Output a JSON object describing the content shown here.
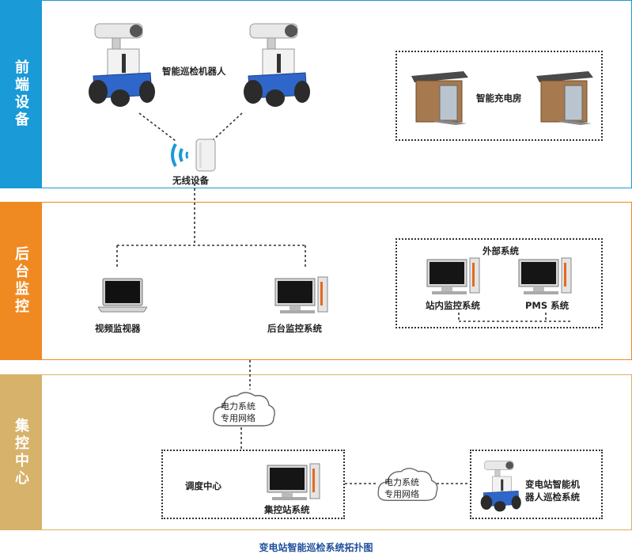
{
  "bands": {
    "front": {
      "title": "前端设备",
      "color": "#1a9ad7"
    },
    "back": {
      "title": "后台监控",
      "color": "#ef8a22"
    },
    "central": {
      "title": "集控中心",
      "color": "#d6b26a"
    }
  },
  "labels": {
    "robot": "智能巡检机器人",
    "charging_room": "智能充电房",
    "wireless": "无线设备",
    "video_monitor": "视频监视器",
    "backend_system": "后台监控系统",
    "external": "外部系统",
    "station_monitor": "站内监控系统",
    "pms": "PMS 系统",
    "network1_line1": "电力系统",
    "network1_line2": "专用网络",
    "dispatch": "调度中心",
    "central_system": "集控站系统",
    "network2_line1": "电力系统",
    "network2_line2": "专用网络",
    "substation_line1": "变电站智能机",
    "substation_line2": "器人巡检系统"
  },
  "caption": "变电站智能巡检系统拓扑图"
}
